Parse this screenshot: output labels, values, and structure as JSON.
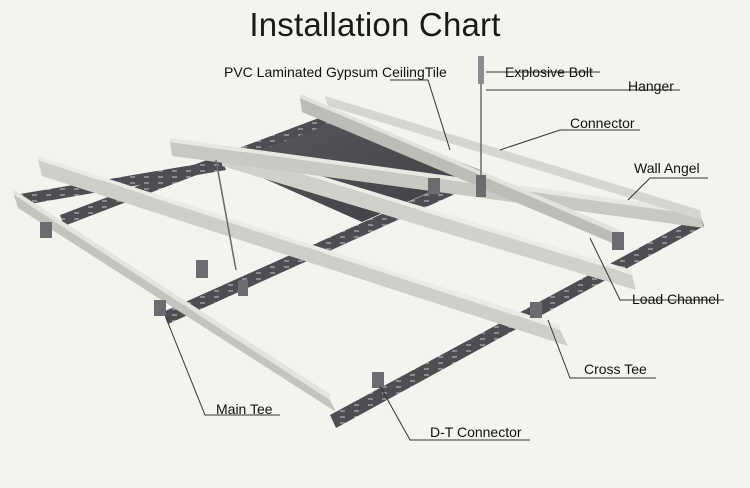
{
  "title": "Installation Chart",
  "labels": {
    "ceiling_tile": "PVC Laminated Gypsum CeilingTile",
    "explosive_bolt": "Explosive Bolt",
    "hanger": "Hanger",
    "connector": "Connector",
    "wall_angel": "Wall Angel",
    "load_channel": "Load Channel",
    "cross_tee": "Cross Tee",
    "main_tee": "Main Tee",
    "dt_connector": "D-T Connector"
  },
  "colors": {
    "background": "#f3f3f0",
    "rail_light": "#d9d9d4",
    "rail_mid": "#b9b9b3",
    "rail_dark": "#55555a",
    "tile": "#4a4a4e",
    "leader": "#333333"
  }
}
